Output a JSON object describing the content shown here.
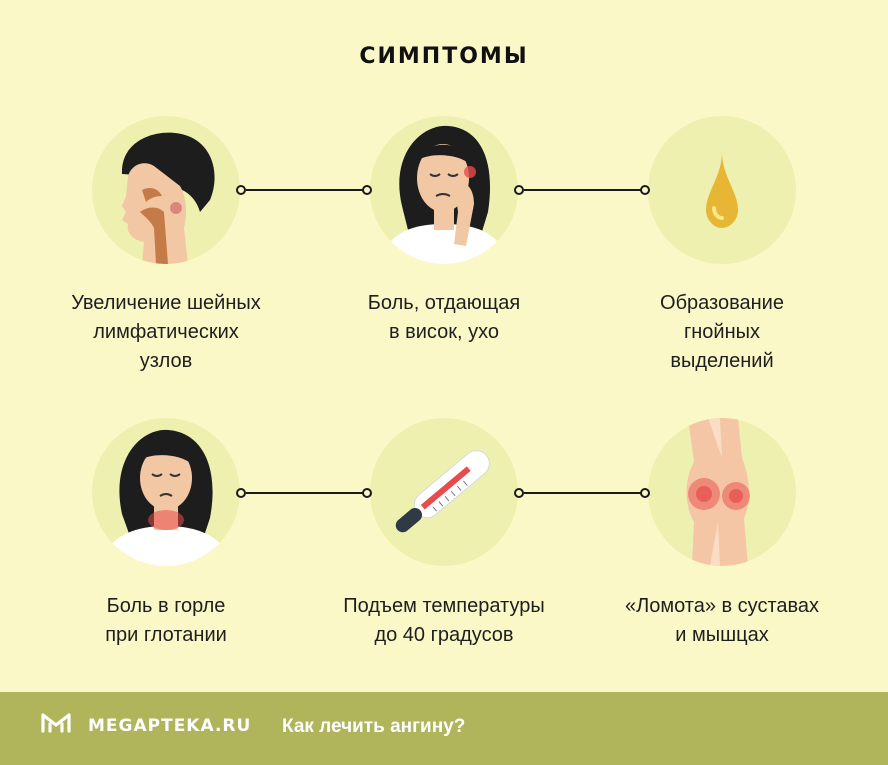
{
  "title": "СИМПТОМЫ",
  "symptoms": [
    {
      "icon": "throat-lymph-nodes-icon",
      "lines": [
        "Увеличение шейных",
        "лимфатических",
        "узлов"
      ]
    },
    {
      "icon": "earache-icon",
      "lines": [
        "Боль, отдающая",
        "в висок, ухо"
      ]
    },
    {
      "icon": "pus-drop-icon",
      "lines": [
        "Образование",
        "гнойных",
        "выделений"
      ]
    },
    {
      "icon": "sore-throat-icon",
      "lines": [
        "Боль в горле",
        "при глотании"
      ]
    },
    {
      "icon": "thermometer-icon",
      "lines": [
        "Подъем температуры",
        "до 40 градусов"
      ]
    },
    {
      "icon": "joint-ache-icon",
      "lines": [
        "«Ломота» в суставах",
        "и мышцах"
      ]
    }
  ],
  "footer": {
    "brand": "MEGAPTEKA.RU",
    "tagline": "Как лечить ангину?"
  },
  "colors": {
    "background": "#fbf8c8",
    "circle": "#eef0b0",
    "footer": "#b0b45a"
  }
}
